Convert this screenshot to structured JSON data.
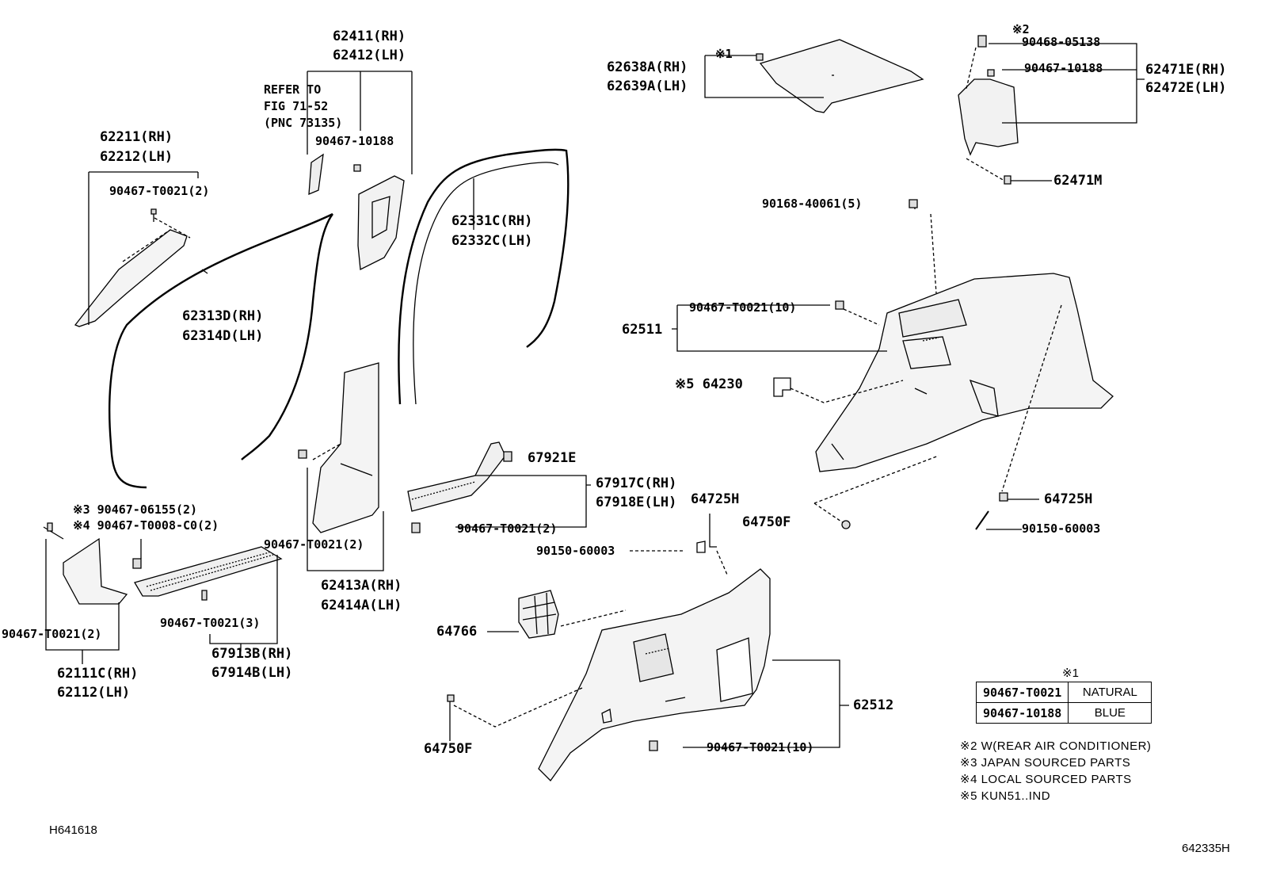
{
  "labels": {
    "p62411": "62411(RH)",
    "p62412": "62412(LH)",
    "refer1": "REFER TO",
    "refer2": "FIG 71-52",
    "refer3": "(PNC 73135)",
    "c90467_10188_top": "90467-10188",
    "p62211": "62211(RH)",
    "p62212": "62212(LH)",
    "c90467_T0021_2a": "90467-T0021(2)",
    "p62313D": "62313D(RH)",
    "p62314D": "62314D(LH)",
    "p62331C": "62331C(RH)",
    "p62332C": "62332C(LH)",
    "p62638A": "62638A(RH)",
    "p62639A": "62639A(LH)",
    "mark1_a": "※1",
    "mark2_a": "※2",
    "c90468_05138": "90468-05138",
    "c90467_10188_r": "90467-10188",
    "p62471E": "62471E(RH)",
    "p62472E": "62472E(LH)",
    "p62471M": "62471M",
    "c90168_40061": "90168-40061(5)",
    "c90467_T0021_10a": "90467-T0021(10)",
    "p62511": "62511",
    "p64230": "※5 64230",
    "p67921E": "67921E",
    "p67917C": "67917C(RH)",
    "p67918E": "67918E(LH)",
    "p64725H_a": "64725H",
    "p64750F_a": "64750F",
    "p64725H_b": "64725H",
    "c90150_60003_a": "90150-60003",
    "c90150_60003_b": "90150-60003",
    "c90467_06155": "※3 90467-06155(2)",
    "c90467_T0008": "※4 90467-T0008-C0(2)",
    "c90467_T0021_2b": "90467-T0021(2)",
    "c90467_T0021_2c": "90467-T0021(2)",
    "p62413A": "62413A(RH)",
    "p62414A": "62414A(LH)",
    "c90467_T0021_2d": "90467-T0021(2)",
    "c90467_T0021_3": "90467-T0021(3)",
    "p67913B": "67913B(RH)",
    "p67914B": "67914B(LH)",
    "p62111C": "62111C(RH)",
    "p62112": "62112(LH)",
    "p64766": "64766",
    "p62512": "62512",
    "p64750F_b": "64750F",
    "c90467_T0021_10b": "90467-T0021(10)"
  },
  "legend": {
    "heading": "※1",
    "rows": [
      {
        "part": "90467-T0021",
        "color": "NATURAL"
      },
      {
        "part": "90467-10188",
        "color": "BLUE"
      }
    ]
  },
  "notes": [
    "※2  W(REAR AIR CONDITIONER)",
    "※3  JAPAN SOURCED PARTS",
    "※4  LOCAL SOURCED PARTS",
    "※5  KUN51..IND"
  ],
  "codes": {
    "bottom_left": "H641618",
    "bottom_right": "642335H"
  }
}
